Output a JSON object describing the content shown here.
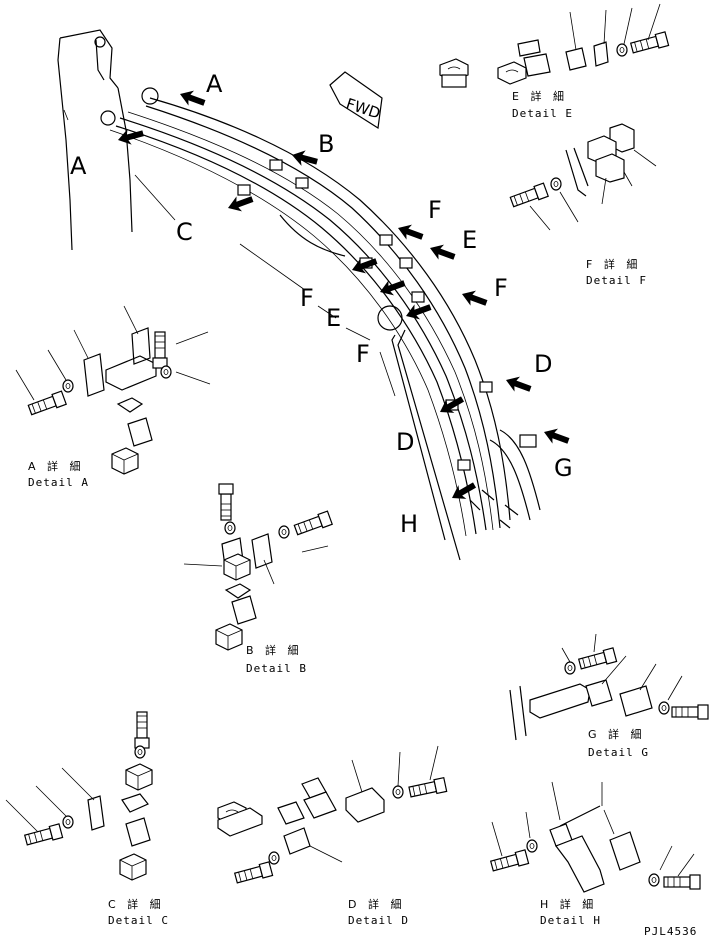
{
  "direction_sign": "FWD",
  "callouts": {
    "A1": "A",
    "A2": "A",
    "B": "B",
    "C": "C",
    "F1": "F",
    "E1": "E",
    "F2": "F",
    "F3": "F",
    "E2": "E",
    "F4": "F",
    "D1": "D",
    "D2": "D",
    "G": "G",
    "H": "H"
  },
  "details": {
    "A": {
      "jp": "A 詳 細",
      "en": "Detail A"
    },
    "B": {
      "jp": "B 詳 細",
      "en": "Detail B"
    },
    "C": {
      "jp": "C 詳 細",
      "en": "Detail C"
    },
    "D": {
      "jp": "D 詳 細",
      "en": "Detail D"
    },
    "E": {
      "jp": "E 詳 細",
      "en": "Detail E"
    },
    "F": {
      "jp": "F 詳 細",
      "en": "Detail F"
    },
    "G": {
      "jp": "G 詳 細",
      "en": "Detail G"
    },
    "H": {
      "jp": "H 詳 細",
      "en": "Detail H"
    }
  },
  "drawing_number": "PJL4536"
}
